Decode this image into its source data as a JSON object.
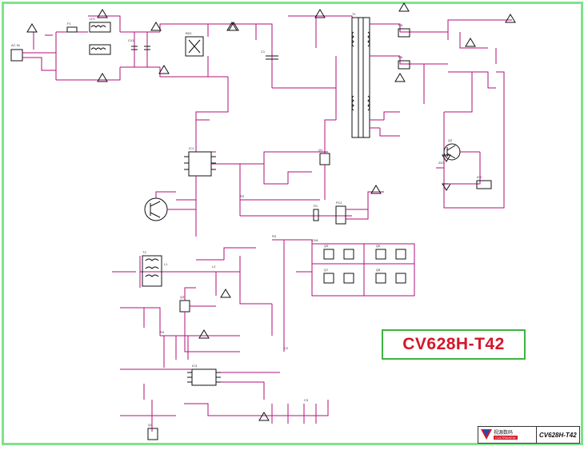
{
  "model_title": "CV628H-T42",
  "title_block": {
    "brand_cn": "视源数码",
    "brand_en": "CULTRAVIEW",
    "model": "CV628H-T42"
  },
  "colors": {
    "wire": "#b0127a",
    "frame": "#7fe38a",
    "model_text": "#d4162a",
    "model_border": "#3fb23f"
  },
  "designators": [
    {
      "id": "ac-input",
      "text": "AC IN"
    },
    {
      "id": "f1",
      "text": "F1"
    },
    {
      "id": "bd1",
      "text": "BD1"
    },
    {
      "id": "cx1",
      "text": "CX1"
    },
    {
      "id": "lf1",
      "text": "LF1"
    },
    {
      "id": "c1",
      "text": "C1"
    },
    {
      "id": "t1",
      "text": "T1"
    },
    {
      "id": "t2",
      "text": "T2"
    },
    {
      "id": "q1",
      "text": "Q1"
    },
    {
      "id": "q2",
      "text": "Q2"
    },
    {
      "id": "ic1",
      "text": "IC1"
    },
    {
      "id": "ic2",
      "text": "IC2"
    },
    {
      "id": "pc1",
      "text": "PC1"
    },
    {
      "id": "zd1",
      "text": "ZD1"
    },
    {
      "id": "d5",
      "text": "D5"
    },
    {
      "id": "d6",
      "text": "D6"
    },
    {
      "id": "l1",
      "text": "L1"
    },
    {
      "id": "l2",
      "text": "L2"
    },
    {
      "id": "ic3",
      "text": "IC3"
    },
    {
      "id": "q3",
      "text": "Q3"
    },
    {
      "id": "q4",
      "text": "Q4"
    },
    {
      "id": "q5",
      "text": "Q5"
    },
    {
      "id": "q6",
      "text": "Q6"
    },
    {
      "id": "q7",
      "text": "Q7"
    },
    {
      "id": "q8",
      "text": "Q8"
    },
    {
      "id": "cn1",
      "text": "CN1"
    },
    {
      "id": "r1",
      "text": "R1"
    },
    {
      "id": "r2",
      "text": "R2"
    },
    {
      "id": "r3",
      "text": "R3"
    },
    {
      "id": "r4",
      "text": "R4"
    },
    {
      "id": "c2",
      "text": "C2"
    },
    {
      "id": "c3",
      "text": "C3"
    }
  ]
}
